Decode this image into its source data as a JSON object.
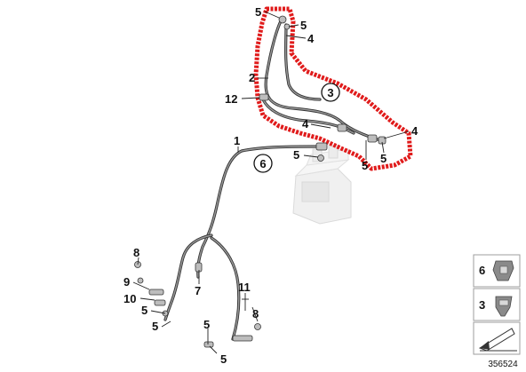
{
  "diagram": {
    "reference_number": "356524",
    "callouts": {
      "c1": "1",
      "c2": "2",
      "c3": "3",
      "c4a": "4",
      "c4b": "4",
      "c4c": "4",
      "c5a": "5",
      "c5b": "5",
      "c5c": "5",
      "c5d": "5",
      "c5e": "5",
      "c5f": "5",
      "c5g": "5",
      "c5h": "5",
      "c5i": "5",
      "c6": "6",
      "c7": "7",
      "c8a": "8",
      "c8b": "8",
      "c9": "9",
      "c10": "10",
      "c11": "11",
      "c12": "12"
    },
    "legend": {
      "item6": "6",
      "item3": "3"
    },
    "highlight_color": "#e01b1b"
  }
}
